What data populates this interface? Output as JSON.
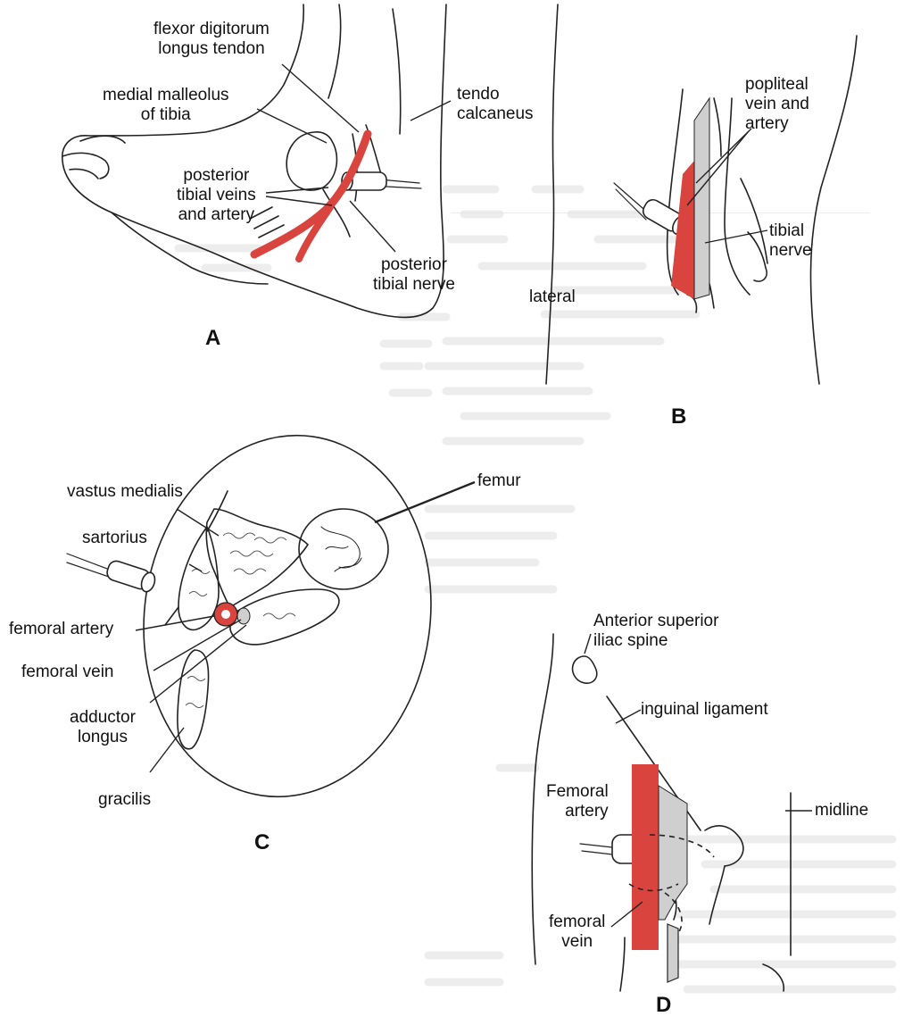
{
  "panels": {
    "A": {
      "letter": "A",
      "labels": {
        "fdl": "flexor digitorum\nlongus tendon",
        "medial_malleolus": "medial malleolus\nof tibia",
        "tendo": "tendo\ncalcaneus",
        "post_tibial_vessels": "posterior\ntibial veins\nand artery",
        "post_tibial_nerve": "posterior\ntibial nerve"
      }
    },
    "B": {
      "letter": "B",
      "labels": {
        "popliteal": "popliteal\nvein and\nartery",
        "tibial_nerve": "tibial\nnerve",
        "lateral": "lateral"
      }
    },
    "C": {
      "letter": "C",
      "labels": {
        "femur": "femur",
        "vastus": "vastus medialis",
        "sartorius": "sartorius",
        "fem_artery": "femoral artery",
        "fem_vein": "femoral vein",
        "adductor": "adductor\nlongus",
        "gracilis": "gracilis"
      }
    },
    "D": {
      "letter": "D",
      "labels": {
        "asis": "Anterior superior\niliac spine",
        "inguinal": "inguinal ligament",
        "fem_artery": "Femoral\nartery",
        "midline": "midline",
        "fem_vein": "femoral\nvein"
      }
    }
  },
  "colors": {
    "artery": "#d9443f",
    "vein": "#cfcfcf",
    "ink": "#222222",
    "bleed": "#c9c9c9"
  }
}
